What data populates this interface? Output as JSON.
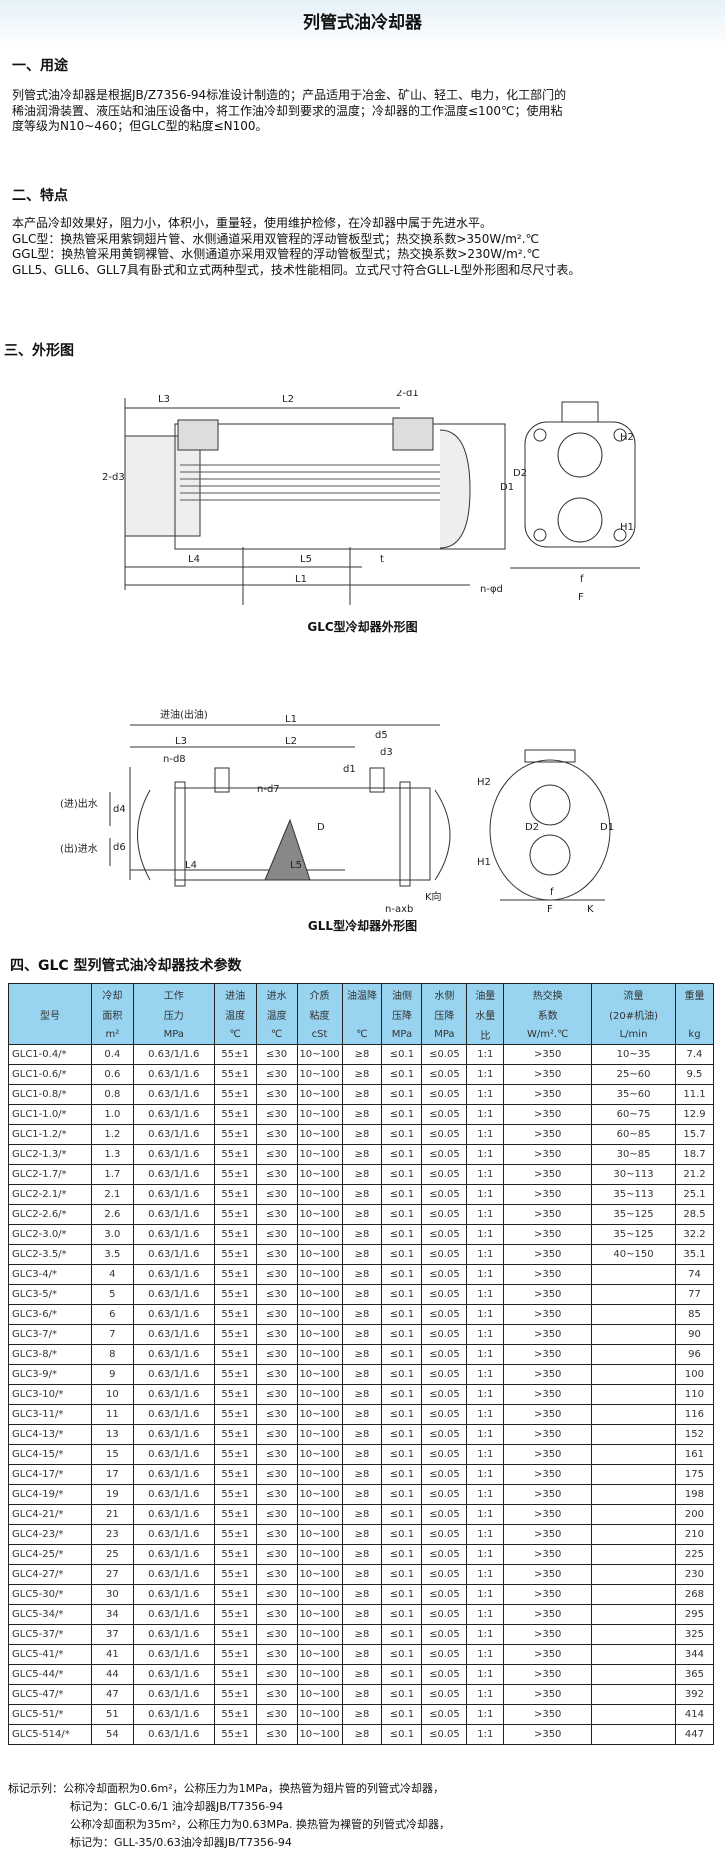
{
  "title": "列管式油冷却器",
  "sections": {
    "usage": {
      "heading": "一、用途",
      "lines": [
        "列管式油冷却器是根据JB/Z7356-94标准设计制造的；产品适用于冶金、矿山、轻工、电力，化工部门的",
        "稀油润滑装置、液压站和油压设备中，将工作油冷却到要求的温度；冷却器的工作温度≤100℃；使用粘",
        "度等级为N10~460；但GLC型的粘度≤N100。"
      ]
    },
    "features": {
      "heading": "二、特点",
      "lines": [
        "本产品冷却效果好，阻力小，体积小，重量轻，使用维护检修，在冷却器中属于先进水平。",
        "GLC型：换热管采用紫铜翅片管、水侧通道采用双管程的浮动管板型式；热交换系数>350W/m².℃",
        "GGL型：换热管采用黄铜裸管、水侧通道亦采用双管程的浮动管板型式；热交换系数>230W/m².℃",
        "GLL5、GLL6、GLL7具有卧式和立式两种型式，技术性能相同。立式尺寸符合GLL-L型外形图和尽尺寸表。"
      ]
    },
    "drawings": {
      "heading": "三、外形图",
      "glc_caption": "GLC型冷却器外形图",
      "gll_caption": "GLL型冷却器外形图",
      "glc_labels": {
        "l3": "L3",
        "l2": "L2",
        "d1": "2-d1",
        "d3": "2-d3",
        "l4": "L4",
        "l5": "L5",
        "l1": "L1",
        "nd": "n-φd",
        "d": "D1",
        "d2": "D2",
        "h1": "H1",
        "h2": "H2",
        "t": "t",
        "f": "F",
        "ff": "f"
      },
      "gll_labels": {
        "oil": "进油(出油)",
        "l1": "L1",
        "l3": "L3",
        "l2": "L2",
        "d5": "d5",
        "d3": "d3",
        "d1": "d1",
        "nd8": "n-d8",
        "nd7": "n-d7",
        "win": "(进)出水",
        "wout": "(出)进水",
        "d4": "d4",
        "d6": "d6",
        "d": "D",
        "kdir": "K向",
        "l4": "L4",
        "l5": "L5",
        "naxb": "n-axb",
        "h1": "H1",
        "h2": "H2",
        "d1r": "D1",
        "d2r": "D2",
        "f": "F",
        "ff": "f",
        "k": "K"
      }
    },
    "table": {
      "heading": "四、GLC 型列管式油冷却器技术参数",
      "headers": [
        [
          "",
          "冷却",
          "工作",
          "进油",
          "进水",
          "介质",
          "油温降",
          "油侧",
          "水侧",
          "油量",
          "热交换",
          "流量",
          "重量"
        ],
        [
          "型号",
          "面积",
          "压力",
          "温度",
          "温度",
          "粘度",
          "",
          "压降",
          "压降",
          "水量",
          "系数",
          "(20#机油)",
          ""
        ],
        [
          "",
          "m²",
          "MPa",
          "℃",
          "℃",
          "cSt",
          "℃",
          "MPa",
          "MPa",
          "比",
          "W/m².℃",
          "L/min",
          "kg"
        ]
      ],
      "rows": [
        [
          "GLC1-0.4/*",
          "0.4",
          "0.63/1/1.6",
          "55±1",
          "≤30",
          "10~100",
          "≥8",
          "≤0.1",
          "≤0.05",
          "1:1",
          ">350",
          "10~35",
          "7.4"
        ],
        [
          "GLC1-0.6/*",
          "0.6",
          "0.63/1/1.6",
          "55±1",
          "≤30",
          "10~100",
          "≥8",
          "≤0.1",
          "≤0.05",
          "1:1",
          ">350",
          "25~60",
          "9.5"
        ],
        [
          "GLC1-0.8/*",
          "0.8",
          "0.63/1/1.6",
          "55±1",
          "≤30",
          "10~100",
          "≥8",
          "≤0.1",
          "≤0.05",
          "1:1",
          ">350",
          "35~60",
          "11.1"
        ],
        [
          "GLC1-1.0/*",
          "1.0",
          "0.63/1/1.6",
          "55±1",
          "≤30",
          "10~100",
          "≥8",
          "≤0.1",
          "≤0.05",
          "1:1",
          ">350",
          "60~75",
          "12.9"
        ],
        [
          "GLC1-1.2/*",
          "1.2",
          "0.63/1/1.6",
          "55±1",
          "≤30",
          "10~100",
          "≥8",
          "≤0.1",
          "≤0.05",
          "1:1",
          ">350",
          "60~85",
          "15.7"
        ],
        [
          "GLC2-1.3/*",
          "1.3",
          "0.63/1/1.6",
          "55±1",
          "≤30",
          "10~100",
          "≥8",
          "≤0.1",
          "≤0.05",
          "1:1",
          ">350",
          "30~85",
          "18.7"
        ],
        [
          "GLC2-1.7/*",
          "1.7",
          "0.63/1/1.6",
          "55±1",
          "≤30",
          "10~100",
          "≥8",
          "≤0.1",
          "≤0.05",
          "1:1",
          ">350",
          "30~113",
          "21.2"
        ],
        [
          "GLC2-2.1/*",
          "2.1",
          "0.63/1/1.6",
          "55±1",
          "≤30",
          "10~100",
          "≥8",
          "≤0.1",
          "≤0.05",
          "1:1",
          ">350",
          "35~113",
          "25.1"
        ],
        [
          "GLC2-2.6/*",
          "2.6",
          "0.63/1/1.6",
          "55±1",
          "≤30",
          "10~100",
          "≥8",
          "≤0.1",
          "≤0.05",
          "1:1",
          ">350",
          "35~125",
          "28.5"
        ],
        [
          "GLC2-3.0/*",
          "3.0",
          "0.63/1/1.6",
          "55±1",
          "≤30",
          "10~100",
          "≥8",
          "≤0.1",
          "≤0.05",
          "1:1",
          ">350",
          "35~125",
          "32.2"
        ],
        [
          "GLC2-3.5/*",
          "3.5",
          "0.63/1/1.6",
          "55±1",
          "≤30",
          "10~100",
          "≥8",
          "≤0.1",
          "≤0.05",
          "1:1",
          ">350",
          "40~150",
          "35.1"
        ],
        [
          "GLC3-4/*",
          "4",
          "0.63/1/1.6",
          "55±1",
          "≤30",
          "10~100",
          "≥8",
          "≤0.1",
          "≤0.05",
          "1:1",
          ">350",
          "",
          "74"
        ],
        [
          "GLC3-5/*",
          "5",
          "0.63/1/1.6",
          "55±1",
          "≤30",
          "10~100",
          "≥8",
          "≤0.1",
          "≤0.05",
          "1:1",
          ">350",
          "",
          "77"
        ],
        [
          "GLC3-6/*",
          "6",
          "0.63/1/1.6",
          "55±1",
          "≤30",
          "10~100",
          "≥8",
          "≤0.1",
          "≤0.05",
          "1:1",
          ">350",
          "",
          "85"
        ],
        [
          "GLC3-7/*",
          "7",
          "0.63/1/1.6",
          "55±1",
          "≤30",
          "10~100",
          "≥8",
          "≤0.1",
          "≤0.05",
          "1:1",
          ">350",
          "",
          "90"
        ],
        [
          "GLC3-8/*",
          "8",
          "0.63/1/1.6",
          "55±1",
          "≤30",
          "10~100",
          "≥8",
          "≤0.1",
          "≤0.05",
          "1:1",
          ">350",
          "",
          "96"
        ],
        [
          "GLC3-9/*",
          "9",
          "0.63/1/1.6",
          "55±1",
          "≤30",
          "10~100",
          "≥8",
          "≤0.1",
          "≤0.05",
          "1:1",
          ">350",
          "",
          "100"
        ],
        [
          "GLC3-10/*",
          "10",
          "0.63/1/1.6",
          "55±1",
          "≤30",
          "10~100",
          "≥8",
          "≤0.1",
          "≤0.05",
          "1:1",
          ">350",
          "",
          "110"
        ],
        [
          "GLC3-11/*",
          "11",
          "0.63/1/1.6",
          "55±1",
          "≤30",
          "10~100",
          "≥8",
          "≤0.1",
          "≤0.05",
          "1:1",
          ">350",
          "",
          "116"
        ],
        [
          "GLC4-13/*",
          "13",
          "0.63/1/1.6",
          "55±1",
          "≤30",
          "10~100",
          "≥8",
          "≤0.1",
          "≤0.05",
          "1:1",
          ">350",
          "",
          "152"
        ],
        [
          "GLC4-15/*",
          "15",
          "0.63/1/1.6",
          "55±1",
          "≤30",
          "10~100",
          "≥8",
          "≤0.1",
          "≤0.05",
          "1:1",
          ">350",
          "",
          "161"
        ],
        [
          "GLC4-17/*",
          "17",
          "0.63/1/1.6",
          "55±1",
          "≤30",
          "10~100",
          "≥8",
          "≤0.1",
          "≤0.05",
          "1:1",
          ">350",
          "",
          "175"
        ],
        [
          "GLC4-19/*",
          "19",
          "0.63/1/1.6",
          "55±1",
          "≤30",
          "10~100",
          "≥8",
          "≤0.1",
          "≤0.05",
          "1:1",
          ">350",
          "",
          "198"
        ],
        [
          "GLC4-21/*",
          "21",
          "0.63/1/1.6",
          "55±1",
          "≤30",
          "10~100",
          "≥8",
          "≤0.1",
          "≤0.05",
          "1:1",
          ">350",
          "",
          "200"
        ],
        [
          "GLC4-23/*",
          "23",
          "0.63/1/1.6",
          "55±1",
          "≤30",
          "10~100",
          "≥8",
          "≤0.1",
          "≤0.05",
          "1:1",
          ">350",
          "",
          "210"
        ],
        [
          "GLC4-25/*",
          "25",
          "0.63/1/1.6",
          "55±1",
          "≤30",
          "10~100",
          "≥8",
          "≤0.1",
          "≤0.05",
          "1:1",
          ">350",
          "",
          "225"
        ],
        [
          "GLC4-27/*",
          "27",
          "0.63/1/1.6",
          "55±1",
          "≤30",
          "10~100",
          "≥8",
          "≤0.1",
          "≤0.05",
          "1:1",
          ">350",
          "",
          "230"
        ],
        [
          "GLC5-30/*",
          "30",
          "0.63/1/1.6",
          "55±1",
          "≤30",
          "10~100",
          "≥8",
          "≤0.1",
          "≤0.05",
          "1:1",
          ">350",
          "",
          "268"
        ],
        [
          "GLC5-34/*",
          "34",
          "0.63/1/1.6",
          "55±1",
          "≤30",
          "10~100",
          "≥8",
          "≤0.1",
          "≤0.05",
          "1:1",
          ">350",
          "",
          "295"
        ],
        [
          "GLC5-37/*",
          "37",
          "0.63/1/1.6",
          "55±1",
          "≤30",
          "10~100",
          "≥8",
          "≤0.1",
          "≤0.05",
          "1:1",
          ">350",
          "",
          "325"
        ],
        [
          "GLC5-41/*",
          "41",
          "0.63/1/1.6",
          "55±1",
          "≤30",
          "10~100",
          "≥8",
          "≤0.1",
          "≤0.05",
          "1:1",
          ">350",
          "",
          "344"
        ],
        [
          "GLC5-44/*",
          "44",
          "0.63/1/1.6",
          "55±1",
          "≤30",
          "10~100",
          "≥8",
          "≤0.1",
          "≤0.05",
          "1:1",
          ">350",
          "",
          "365"
        ],
        [
          "GLC5-47/*",
          "47",
          "0.63/1/1.6",
          "55±1",
          "≤30",
          "10~100",
          "≥8",
          "≤0.1",
          "≤0.05",
          "1:1",
          ">350",
          "",
          "392"
        ],
        [
          "GLC5-51/*",
          "51",
          "0.63/1/1.6",
          "55±1",
          "≤30",
          "10~100",
          "≥8",
          "≤0.1",
          "≤0.05",
          "1:1",
          ">350",
          "",
          "414"
        ],
        [
          "GLC5-514/*",
          "54",
          "0.63/1/1.6",
          "55±1",
          "≤30",
          "10~100",
          "≥8",
          "≤0.1",
          "≤0.05",
          "1:1",
          ">350",
          "",
          "447"
        ]
      ]
    },
    "notes": [
      "标记示列：公称冷却面积为0.6m²，公称压力为1MPa，换热管为翅片管的列管式冷却器，",
      "标记为：GLC-0.6/1 油冷却器JB/T7356-94",
      "公称冷却面积为35m²，公称压力为0.63MPa. 换热管为裸管的列管式冷却器，",
      "标记为：GLL-35/0.63油冷却器JB/T7356-94"
    ]
  }
}
